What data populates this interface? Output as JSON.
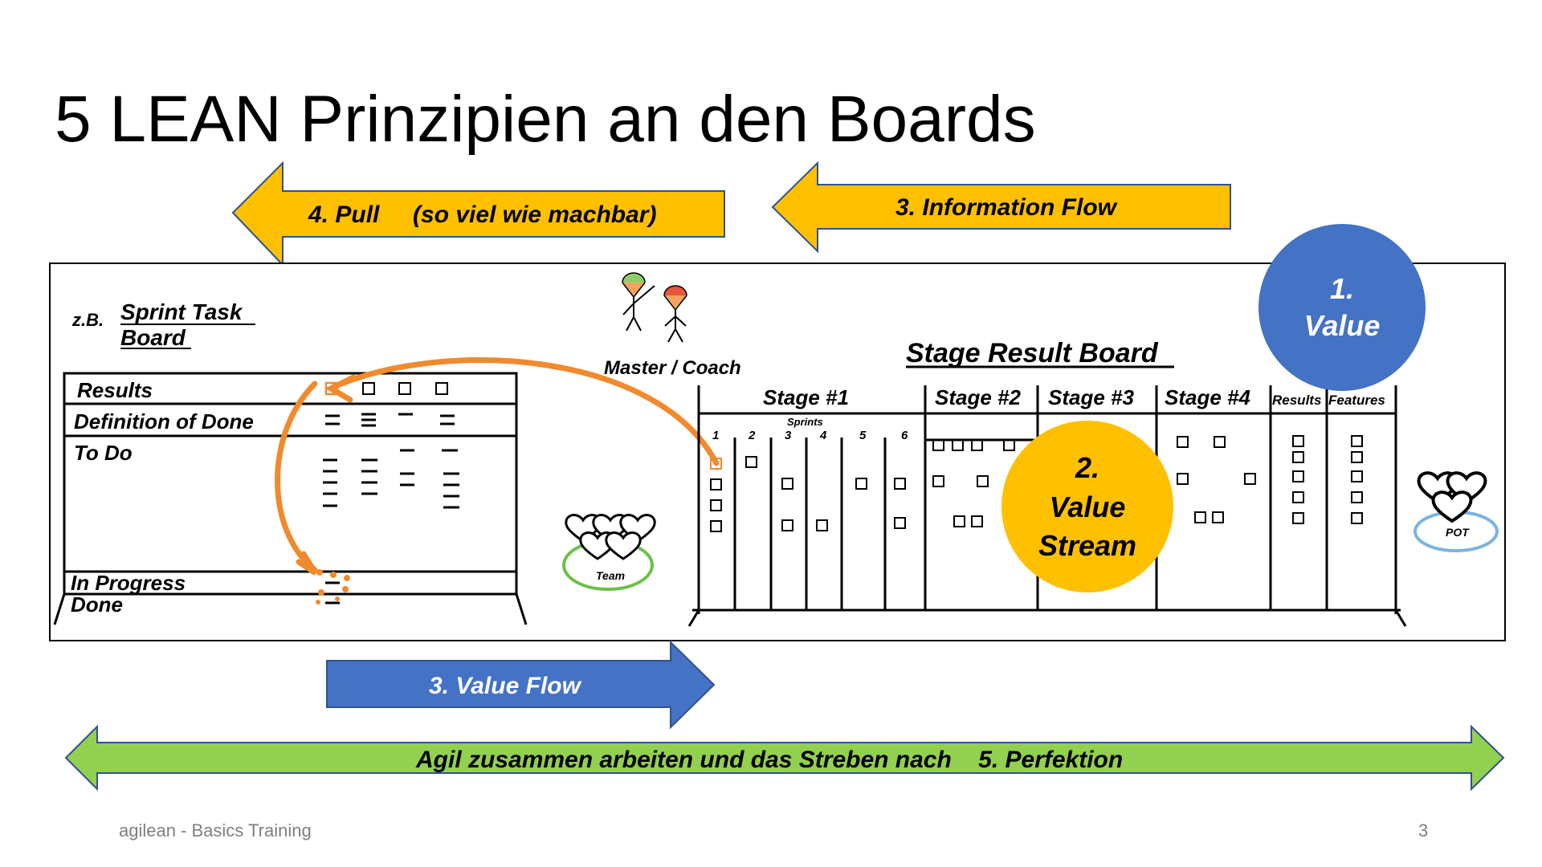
{
  "slide": {
    "title": "5 LEAN Prinzipien an den Boards",
    "footer": "agilean - Basics Training",
    "page_number": "3"
  },
  "arrows": {
    "pull": "4. Pull     (so viel wie machbar)",
    "information_flow": "3. Information Flow",
    "value_flow": "3. Value Flow",
    "perfection": "Agil zusammen arbeiten und das Streben nach    5. Perfektion"
  },
  "circles": {
    "value_line1": "1.",
    "value_line2": "Value",
    "stream_line1": "2.",
    "stream_line2": "Value",
    "stream_line3": "Stream"
  },
  "task_board": {
    "prefix": "z.B.",
    "title_line1": "Sprint Task",
    "title_line2": "Board",
    "rows": [
      "Results",
      "Definition of Done",
      "To Do",
      "In Progress",
      "Done"
    ]
  },
  "roles": {
    "master": "Master / Coach",
    "team": "Team",
    "po": "POT"
  },
  "result_board": {
    "title": "Stage Result Board",
    "stages": [
      "Stage #1",
      "Stage #2",
      "Stage #3",
      "Stage #4",
      "Results",
      "Features"
    ],
    "sprints_label": "Sprints",
    "sprint_numbers": [
      "1",
      "2",
      "3",
      "4",
      "5",
      "6"
    ]
  },
  "colors": {
    "orange": "#ffc000",
    "blue": "#4472c4",
    "green": "#92d050",
    "orange_flow": "#f08a2c",
    "team_green": "#6cc04a",
    "po_blue": "#7ab4e0"
  }
}
